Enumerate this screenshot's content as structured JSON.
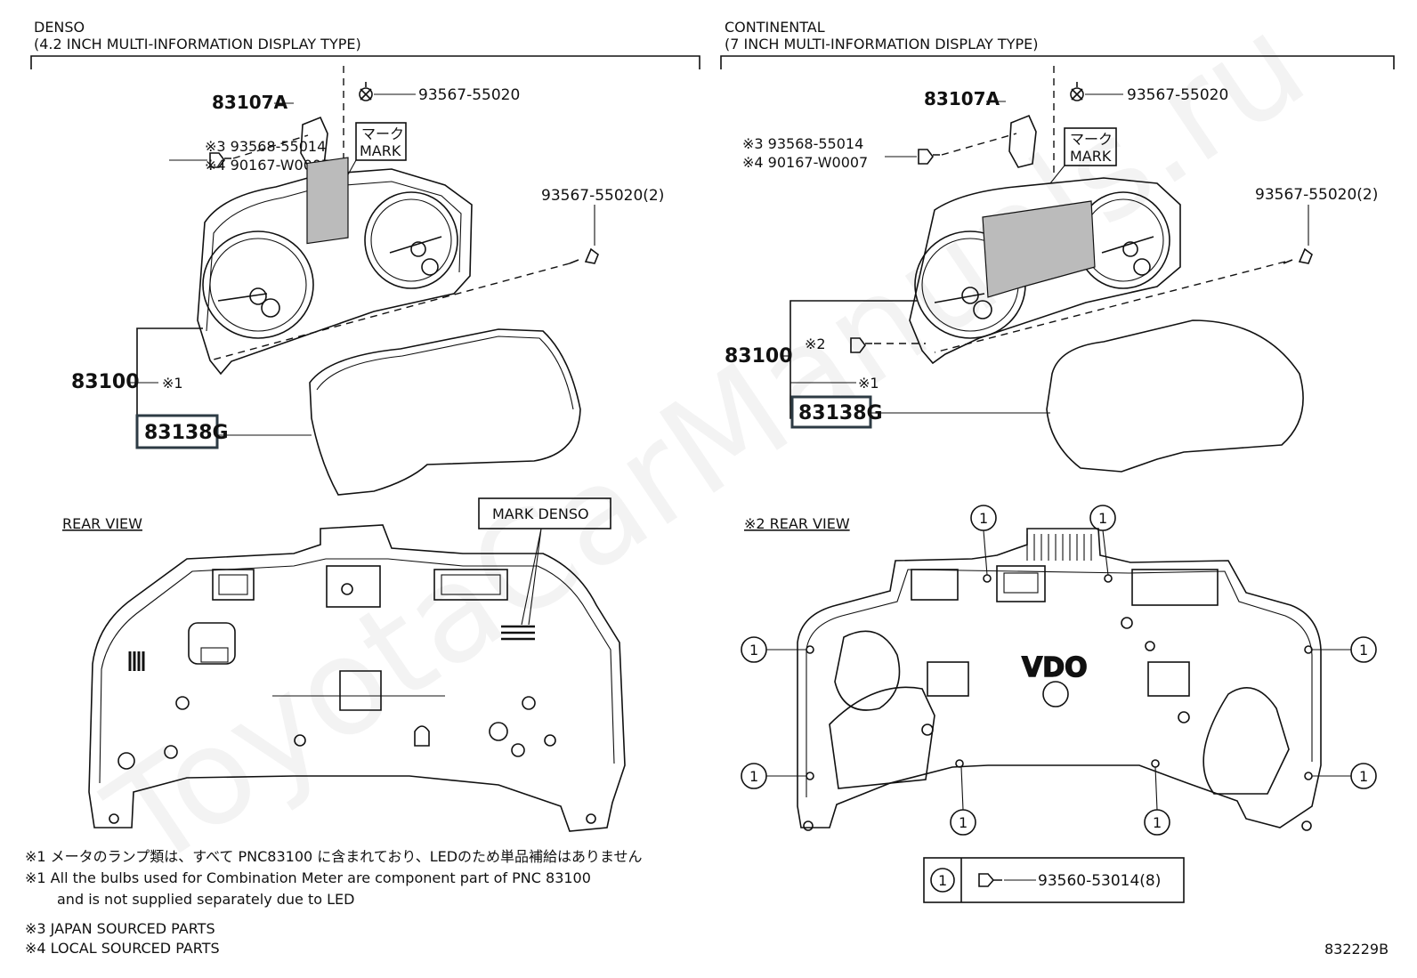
{
  "left_panel": {
    "title": "DENSO",
    "subtitle": "(4.2 INCH MULTI-INFORMATION DISPLAY TYPE)",
    "parts": {
      "bracket": "83107A",
      "screw_top": "93567-55020",
      "screw_jp": "※3 93568-55014",
      "screw_local": "※4 90167-W0007",
      "screw_right": "93567-55020(2)",
      "meter": "83100",
      "lens": "83138G"
    },
    "mark_jp": "マーク",
    "mark_en": "MARK",
    "note_ref": "※1",
    "rear_view_label": "REAR VIEW",
    "callout": "MARK DENSO"
  },
  "right_panel": {
    "title": "CONTINENTAL",
    "subtitle": "(7 INCH MULTI-INFORMATION DISPLAY TYPE)",
    "parts": {
      "bracket": "83107A",
      "screw_top": "93567-55020",
      "screw_jp": "※3 93568-55014",
      "screw_local": "※4 90167-W0007",
      "screw_right": "93567-55020(2)",
      "meter": "83100",
      "lens": "83138G"
    },
    "mark_jp": "マーク",
    "mark_en": "MARK",
    "note_ref_2": "※2",
    "note_ref_1": "※1",
    "rear_view_label": "※2 REAR VIEW",
    "rear_logo": "VDO",
    "marker": "1",
    "legend_marker": "1",
    "legend_part": "93560-53014(8)"
  },
  "footnotes": {
    "note1_jp": "※1 メータのランプ類は、すべて PNC83100 に含まれており、LEDのため単品補給はありません",
    "note1_en_line1": "※1 All the bulbs used for Combination Meter are component part of PNC 83100",
    "note1_en_line2": "and is not supplied separately due to LED",
    "note3": "※3 JAPAN SOURCED PARTS",
    "note4": "※4 LOCAL SOURCED PARTS"
  },
  "figure_number": "832229B",
  "watermark": "ToyotaCarManuals.ru"
}
